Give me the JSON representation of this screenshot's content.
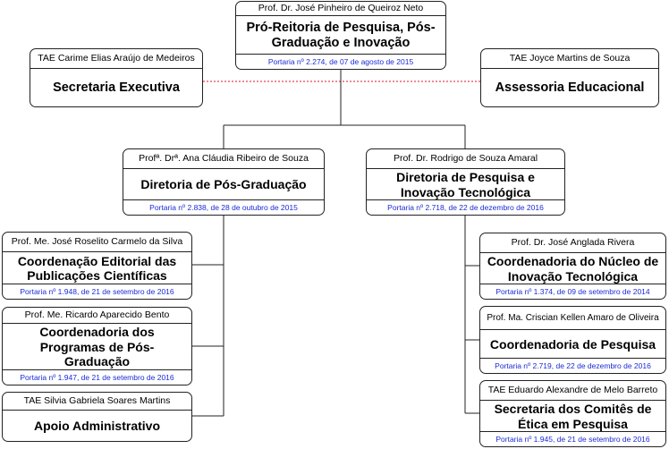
{
  "boxes": {
    "proreitoria": {
      "person": "Prof. Dr. José Pinheiro de Queiroz Neto",
      "unit": "Pró-Reitoria de Pesquisa, Pós-Graduação e Inovação",
      "portaria": "Portaria nº 2.274, de 07 de agosto de 2015"
    },
    "secretaria": {
      "person": "TAE Carime Elias Araújo de Medeiros",
      "unit": "Secretaria Executiva"
    },
    "assessoria": {
      "person": "TAE Joyce Martins de Souza",
      "unit": "Assessoria Educacional"
    },
    "dir_pos": {
      "person": "Profª. Drª. Ana Cláudia Ribeiro de Souza",
      "unit": "Diretoria de Pós-Graduação",
      "portaria": "Portaria nº 2.838, de 28 de outubro de 2015"
    },
    "dir_pesq": {
      "person": "Prof. Dr. Rodrigo de Souza Amaral",
      "unit": "Diretoria de Pesquisa e Inovação Tecnológica",
      "portaria": "Portaria nº 2.718, de 22 de dezembro de 2016"
    },
    "coord_editorial": {
      "person": "Prof. Me. José Roselito Carmelo da Silva",
      "unit": "Coordenação Editorial das Publicações Científicas",
      "portaria": "Portaria nº 1.948, de 21 de setembro de 2016"
    },
    "coord_programas": {
      "person": "Prof. Me. Ricardo Aparecido Bento",
      "unit": "Coordenadoria dos Programas de Pós-Graduação",
      "portaria": "Portaria nº 1.947, de 21 de setembro de 2016"
    },
    "apoio": {
      "person": "TAE Silvia Gabriela Soares Martins",
      "unit": "Apoio Administrativo"
    },
    "nucleo": {
      "person": "Prof. Dr. José Anglada Rivera",
      "unit": "Coordenadoria do Núcleo de Inovação Tecnológica",
      "portaria": "Portaria nº 1.374, de 09 de setembro de 2014"
    },
    "coord_pesquisa": {
      "person": "Prof. Ma. Criscian Kellen Amaro de Oliveira",
      "unit": "Coordenadoria de Pesquisa",
      "portaria": "Portaria nº 2.719, de 22 de dezembro de 2016"
    },
    "comites": {
      "person": "TAE Eduardo Alexandre de Melo Barreto",
      "unit": "Secretaria dos Comitês de Ética em Pesquisa",
      "portaria": "Portaria nº 1.945, de 21 de setembro de 2016"
    }
  },
  "colors": {
    "line": "#222222",
    "staff_link": "#e0162b",
    "portaria": "#1a2ad6"
  }
}
